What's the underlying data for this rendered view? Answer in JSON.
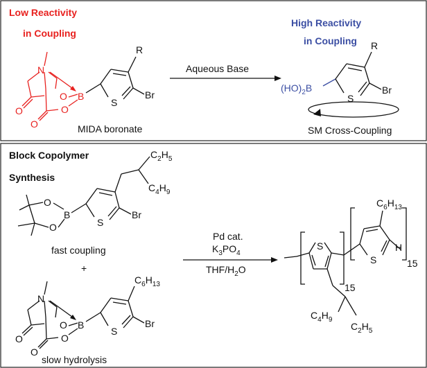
{
  "colors": {
    "low": "#e8211f",
    "high": "#3b4ea3",
    "text": "#111111"
  },
  "top_panel": {
    "low_title_1": "Low Reactivity",
    "low_title_2": "in Coupling",
    "high_title_1": "High Reactivity",
    "high_title_2": "in Coupling",
    "arrow_label": "Aqueous Base",
    "left_caption": "MIDA boronate",
    "right_caption": "SM Cross-Coupling",
    "left_mol": {
      "N": "N",
      "B": "B",
      "O1": "O",
      "O2": "O",
      "O3": "O",
      "O4": "O",
      "S": "S",
      "R": "R",
      "Br": "Br"
    },
    "right_mol": {
      "HO": "(HO)",
      "sub2": "2",
      "B": "B",
      "S": "S",
      "R": "R",
      "Br": "Br"
    }
  },
  "bottom_panel": {
    "title_1": "Block Copolymer",
    "title_2": "Synthesis",
    "caption_fast": "fast coupling",
    "plus": "+",
    "caption_slow": "slow hydrolysis",
    "reagent_1": "Pd cat.",
    "reagent_2_K": "K",
    "reagent_2_sub": "3",
    "reagent_2_PO": "PO",
    "reagent_2_sub2": "4",
    "solvent_THF": "THF/H",
    "solvent_sub": "2",
    "solvent_O": "O",
    "pinacol_mol": {
      "O1": "O",
      "O2": "O",
      "B": "B",
      "S": "S",
      "Br": "Br",
      "C2H5_C": "C",
      "C2H5_2": "2",
      "C2H5_H": "H",
      "C2H5_5": "5",
      "C4H9_C": "C",
      "C4H9_4": "4",
      "C4H9_H": "H",
      "C4H9_9": "9"
    },
    "mida_mol": {
      "N": "N",
      "B": "B",
      "O1": "O",
      "O2": "O",
      "O3": "O",
      "O4": "O",
      "S": "S",
      "Br": "Br",
      "C6H13_C": "C",
      "C6H13_6": "6",
      "C6H13_H": "H",
      "C6H13_13": "13"
    },
    "polymer": {
      "S1": "S",
      "S2": "S",
      "n1": "15",
      "n2": "15",
      "H": "H",
      "C6H13_C": "C",
      "C6H13_6": "6",
      "C6H13_H": "H",
      "C6H13_13": "13",
      "C4H9_C": "C",
      "C4H9_4": "4",
      "C4H9_H": "H",
      "C4H9_9": "9",
      "C2H5_C": "C",
      "C2H5_2": "2",
      "C2H5_H": "H",
      "C2H5_5": "5"
    }
  }
}
